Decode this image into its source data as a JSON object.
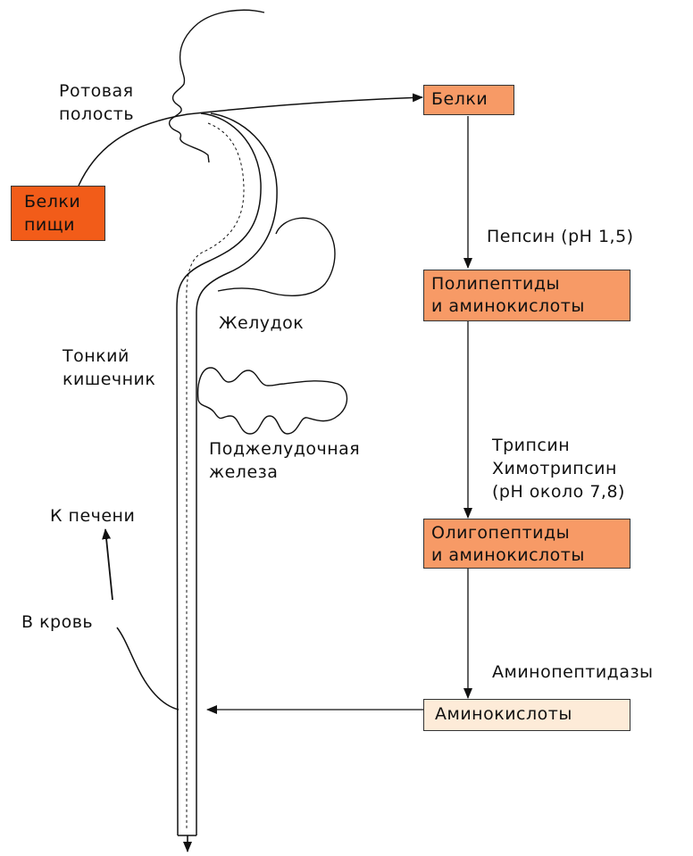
{
  "labels": {
    "mouth": "Ротовая\nполость",
    "stomach": "Желудок",
    "small_intestine": "Тонкий\nкишечник",
    "pancreas": "Поджелудочная\nжелеза",
    "to_liver": "К печени",
    "to_blood": "В кровь",
    "pepsin": "Пепсин (рН 1,5)",
    "trypsin": "Трипсин\nХимотрипсин\n(рН около 7,8)",
    "aminopeptidases": "Аминопептидазы"
  },
  "boxes": {
    "food_proteins": "Белки\nпищи",
    "proteins": "Белки",
    "polypeptides": "Полипептиды\nи аминокислоты",
    "oligopeptides": "Олигопептиды\nи аминокислоты",
    "amino_acids": "Аминокислоты"
  },
  "colors": {
    "food_box": "#f25c19",
    "stage_box": "#f79a66",
    "final_box": "#fdebd8",
    "stroke": "#111111"
  }
}
